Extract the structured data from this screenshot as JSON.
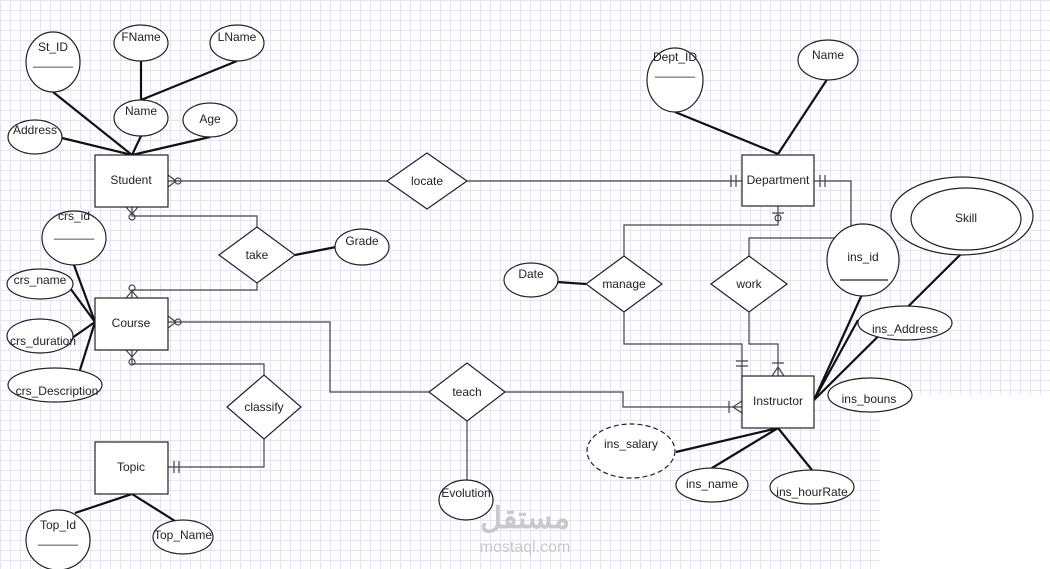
{
  "entities": {
    "student": "Student",
    "course": "Course",
    "topic": "Topic",
    "department": "Department",
    "instructor": "Instructor"
  },
  "relationships": {
    "locate": "locate",
    "take": "take",
    "classify": "classify",
    "teach": "teach",
    "manage": "manage",
    "work": "work"
  },
  "attributes": {
    "st_id": "St_ID",
    "fname": "FName",
    "lname": "LName",
    "name": "Name",
    "age": "Age",
    "address": "Address",
    "crs_id": "crs_id",
    "crs_name": "crs_name",
    "crs_duration": "crs_duration",
    "crs_description": "crs_Description",
    "grade": "Grade",
    "top_id": "Top_Id",
    "top_name": "Top_Name",
    "evolution": "Evolution",
    "dept_id": "Dept_ID",
    "dept_name": "Name",
    "date": "Date",
    "ins_id": "ins_id",
    "skill": "Skill",
    "ins_address": "ins_Address",
    "ins_bouns": "ins_bouns",
    "ins_salary": "ins_salary",
    "ins_name": "ins_name",
    "ins_hourrate": "ins_hourRate"
  },
  "key_underline": "______",
  "watermark": {
    "arabic": "مستقل",
    "latin": "mostaql.com"
  }
}
